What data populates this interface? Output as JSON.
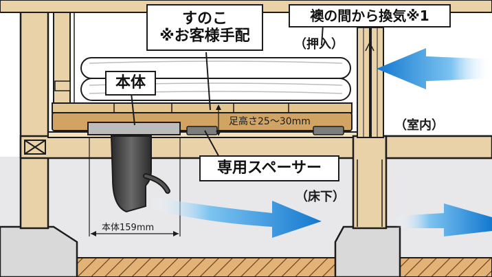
{
  "labels": {
    "sunoko_line1": "すのこ",
    "sunoko_line2": "※お客様手配",
    "fusuma_gap": "襖の間から換気※1",
    "oshiire": "（押入）",
    "hontai": "本体",
    "ashi_takasa": "足高さ25～30mm",
    "shitsunai": "（室内）",
    "spacer": "専用スペーサー",
    "yukashita": "（床下）",
    "hontai_width": "本体159mm"
  },
  "colors": {
    "wood": "#e9d2a7",
    "wood_dark": "#cda66d",
    "floor_board": "#c98a4e",
    "underfloor": "#e8e8ea",
    "arrow_blue": "#1a82d6",
    "concrete": "#d9d9d9",
    "unit_dark": "#3a3a3a",
    "unit_top": "#b9b9b9",
    "outline": "#1c1c1c"
  },
  "icons": {
    "airflow": "blue-gradient-arrow",
    "futon": "rolled-futon",
    "fan_unit": "ventilation-fan-unit"
  }
}
